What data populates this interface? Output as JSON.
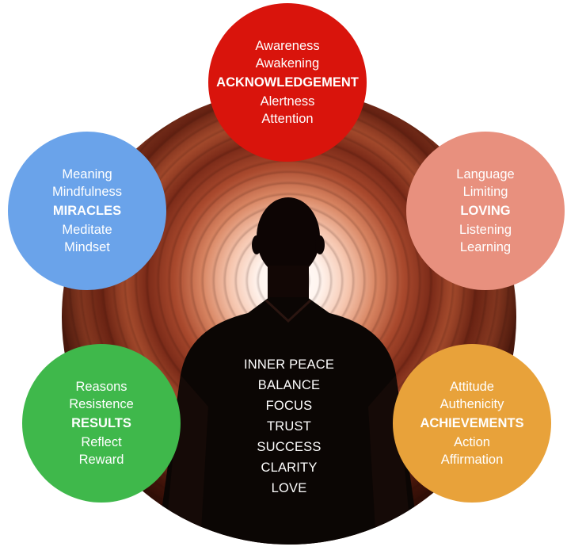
{
  "circles": {
    "top": {
      "items": [
        "Awareness",
        "Awakening",
        "ACKNOWLEDGEMENT",
        "Alertness",
        "Attention"
      ],
      "color": "#d9140c"
    },
    "left": {
      "items": [
        "Meaning",
        "Mindfulness",
        "MIRACLES",
        "Meditate",
        "Mindset"
      ],
      "color": "#6aa3ea"
    },
    "right": {
      "items": [
        "Language",
        "Limiting",
        "LOVING",
        "Listening",
        "Learning"
      ],
      "color": "#e8907e"
    },
    "bottom_left": {
      "items": [
        "Reasons",
        "Resistence",
        "RESULTS",
        "Reflect",
        "Reward"
      ],
      "color": "#3fb84b"
    },
    "bottom_right": {
      "items": [
        "Attitude",
        "Authenicity",
        "ACHIEVEMENTS",
        "Action",
        "Affirmation"
      ],
      "color": "#e8a23a"
    }
  },
  "center": {
    "items": [
      "INNER PEACE",
      "BALANCE",
      "FOCUS",
      "TRUST",
      "SUCCESS",
      "CLARITY",
      "LOVE"
    ]
  }
}
